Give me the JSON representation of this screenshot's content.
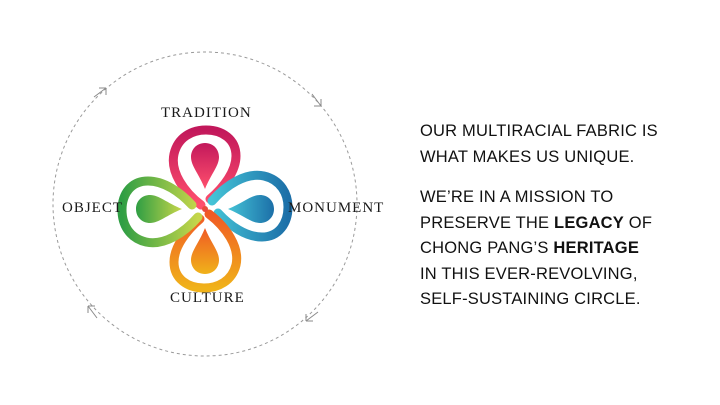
{
  "diagram": {
    "labels": {
      "top": "TRADITION",
      "left": "OBJECT",
      "right": "MONUMENT",
      "bottom": "CULTURE"
    },
    "petal_colors": {
      "top": "#d81e5b",
      "right": "#1a8fb8",
      "bottom": "#f07a1a",
      "left": "#6cbb3c"
    },
    "ring_color": "#9a9a9a"
  },
  "statement": {
    "intro": {
      "line1": "OUR MULTIRACIAL FABRIC IS",
      "line2": "WHAT MAKES US UNIQUE."
    },
    "mission": {
      "line1": "WE’RE IN A MISSION TO",
      "line2_pre": "PRESERVE THE ",
      "line2_bold": "LEGACY",
      "line2_post": " OF",
      "line3_pre": "CHONG PANG’S ",
      "line3_bold": "HERITAGE",
      "line4": "IN THIS EVER-REVOLVING,",
      "line5": "SELF-SUSTAINING CIRCLE."
    }
  }
}
